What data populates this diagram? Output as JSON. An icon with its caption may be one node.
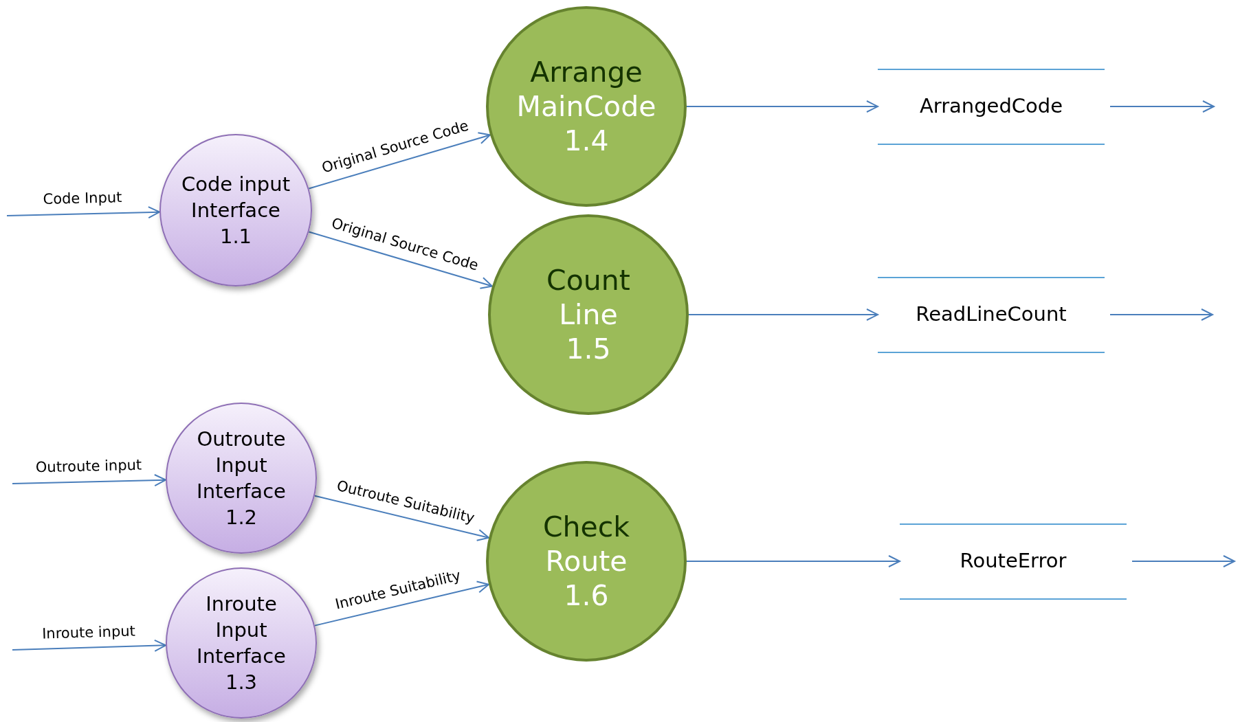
{
  "diagram": {
    "nodes": [
      {
        "text": [
          "Code input Interface",
          "1.1"
        ]
      },
      {
        "text": [
          "Outroute Input Interface",
          "1.2"
        ]
      },
      {
        "text": [
          "Inroute Input Interface",
          "1.3"
        ]
      },
      {
        "text": [
          "Arrange",
          "MainCode",
          "1.4"
        ]
      },
      {
        "text": [
          "Count",
          "Line",
          "1.5"
        ]
      },
      {
        "text": [
          "Check",
          "Route",
          "1.6"
        ]
      },
      {
        "text": [
          "ArrangedCode"
        ]
      },
      {
        "text": [
          "ReadLineCount"
        ]
      },
      {
        "text": [
          "RouteError"
        ]
      }
    ],
    "edges": [
      {
        "from": null,
        "to": 0,
        "arrow": "to",
        "label": "Code Input"
      },
      {
        "from": 0,
        "to": 3,
        "arrow": "to",
        "label": "Original Source Code"
      },
      {
        "from": 0,
        "to": 4,
        "arrow": "to",
        "label": "Original Source Code"
      },
      {
        "from": null,
        "to": 1,
        "arrow": "to",
        "label": "Outroute input"
      },
      {
        "from": null,
        "to": 2,
        "arrow": "to",
        "label": "Inroute input"
      },
      {
        "from": 1,
        "to": 5,
        "arrow": "to",
        "label": "Outroute Suitability"
      },
      {
        "from": 2,
        "to": 5,
        "arrow": "to",
        "label": "Inroute Suitability"
      },
      {
        "from": 3,
        "to": 6,
        "arrow": "to"
      },
      {
        "from": 4,
        "to": 7,
        "arrow": "to"
      },
      {
        "from": 5,
        "to": 8,
        "arrow": "to"
      },
      {
        "from": 6,
        "to": null,
        "arrow": "to"
      },
      {
        "from": 7,
        "to": null,
        "arrow": "to"
      },
      {
        "from": 8,
        "to": null,
        "arrow": "to"
      }
    ]
  }
}
